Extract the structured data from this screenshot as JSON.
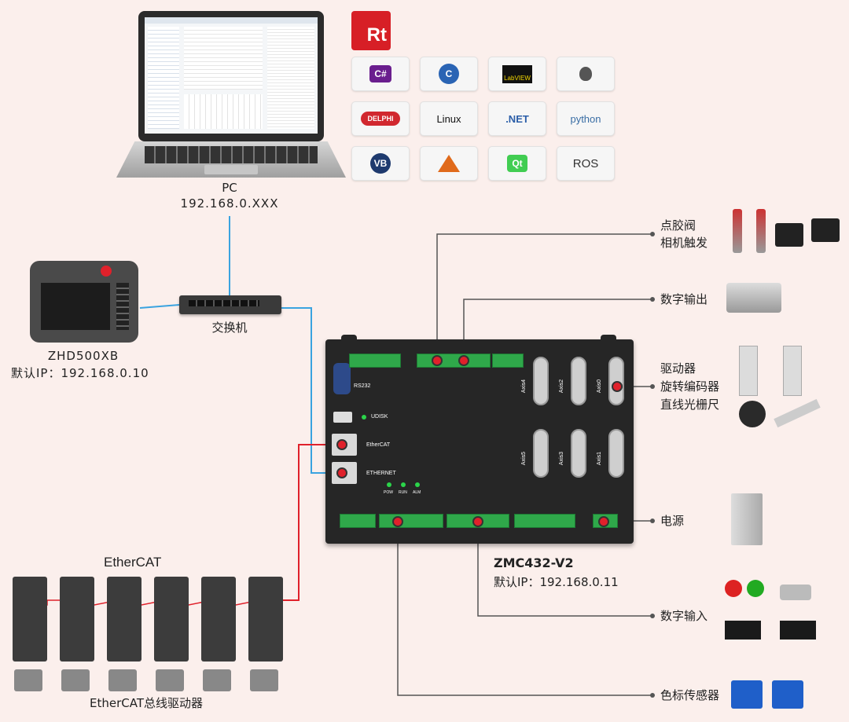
{
  "rt_logo": "Rt",
  "tiles": [
    "C#",
    "C",
    "LabVIEW",
    "apple-icon",
    "DELPHI",
    "Linux",
    ".NET",
    "python",
    "VB",
    "matlab-icon",
    "Qt",
    "ROS"
  ],
  "pc": {
    "name": "PC",
    "ip": "192.168.0.XXX"
  },
  "switch": {
    "name": "交换机"
  },
  "hmi": {
    "name": "ZHD500XB",
    "ip": "默认IP：192.168.0.10"
  },
  "controller": {
    "model": "ZMC432-V2",
    "ip": "默认IP：192.168.0.11",
    "ports": {
      "rs232": "RS232",
      "udisk": "UDISK",
      "ethercat": "EtherCAT",
      "ethernet": "ETHERNET",
      "pow": "POW",
      "run": "RUN",
      "alm": "ALM"
    },
    "axes": [
      "Axis4",
      "Axis2",
      "Axis0",
      "Axis5",
      "Axis3",
      "Axis1"
    ]
  },
  "ethercat_logo": "EtherCAT",
  "drives_label": "EtherCAT总线驱动器",
  "peripherals": {
    "dispense": "点胶阀",
    "camera": "相机触发",
    "digital_out": "数字输出",
    "driver": "驱动器",
    "encoder": "旋转编码器",
    "grating": "直线光栅尺",
    "power": "电源",
    "digital_in": "数字输入",
    "color_sensor": "色标传感器"
  },
  "colors": {
    "wire_blue": "#3aa3e0",
    "wire_gray": "#555555",
    "wire_red": "#e0212b",
    "rt_red": "#d71f26",
    "terminal_green": "#2fa84a"
  }
}
